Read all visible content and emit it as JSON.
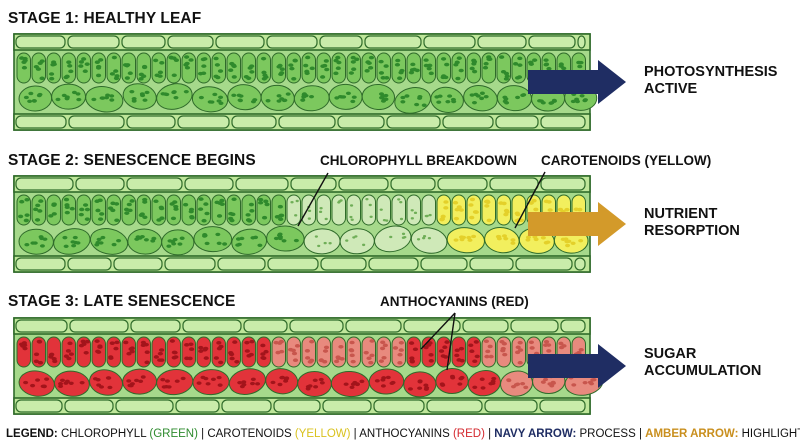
{
  "colors": {
    "cell_wall": "#2f6b2a",
    "epidermis_fill": "#bfe69a",
    "mesophyll_bg": "#a6d98b",
    "green_cell": "#7cc85e",
    "chloroplast": "#2f8a2c",
    "breakdown_cell": "#cfe9b8",
    "yellow_cell": "#f2ef5e",
    "red_cell": "#e2333a",
    "pale_red_cell": "#e88a7e",
    "navy_arrow": "#1f2d63",
    "amber_arrow": "#d39a2a"
  },
  "stages": [
    {
      "title": "STAGE 1: HEALTHY LEAF",
      "outcome_line1": "PHOTOSYNTHESIS",
      "outcome_line2": "ACTIVE",
      "arrow": "navy-arrow"
    },
    {
      "title": "STAGE 2: SENESCENCE BEGINS",
      "outcome_line1": "NUTRIENT",
      "outcome_line2": "RESORPTION",
      "arrow": "amber-arrow"
    },
    {
      "title": "STAGE 3: LATE SENESCENCE",
      "outcome_line1": "SUGAR",
      "outcome_line2": "ACCUMULATION",
      "arrow": "navy-arrow"
    }
  ],
  "callouts": {
    "chlorophyll_breakdown": "CHLOROPHYLL BREAKDOWN",
    "carotenoids": "CAROTENOIDS (YELLOW)",
    "anthocyanins": "ANTHOCYANINS (RED)"
  },
  "legend": {
    "label": "LEGEND:",
    "chlorophyll": "CHLOROPHYLL",
    "green": "(GREEN)",
    "sep1": " | ",
    "carotenoids": "CAROTENOIDS",
    "yellow": "(YELLOW)",
    "sep2": " | ",
    "anthocyanins": "ANTHOCYANINS",
    "red": "(RED)",
    "sep3": " | ",
    "navy_label": "NAVY ARROW:",
    "navy_text": "PROCESS",
    "sep4": " | ",
    "amber_label": "AMBER ARROW:",
    "amber_text": "HIGHLIGHT"
  }
}
